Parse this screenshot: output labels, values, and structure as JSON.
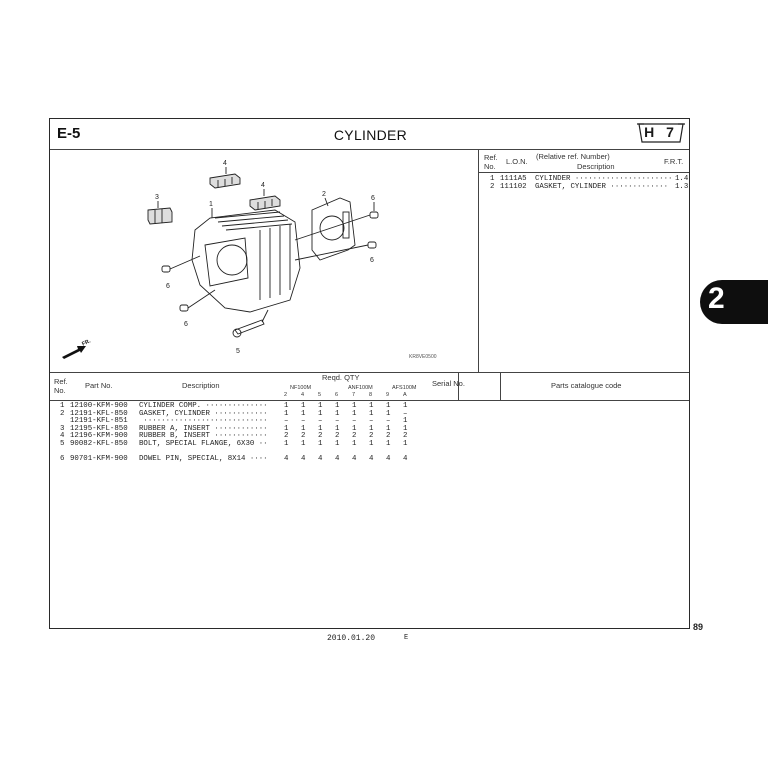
{
  "header": {
    "section_code": "E-5",
    "title": "CYLINDER",
    "badge": "H 7"
  },
  "frt_panel": {
    "headers": {
      "ref": "Ref.",
      "no": "No.",
      "lon": "L.O.N.",
      "relative": "(Relative ref. Number)",
      "description": "Description",
      "frt": "F.R.T."
    },
    "rows": [
      {
        "ref": "1",
        "lon": "1111A5",
        "description": "CYLINDER ······················",
        "frt": "1.4"
      },
      {
        "ref": "2",
        "lon": "111102",
        "description": "GASKET, CYLINDER ·············",
        "frt": "1.3"
      }
    ]
  },
  "diagram": {
    "callouts": [
      "4",
      "4",
      "3",
      "1",
      "2",
      "6",
      "6",
      "6",
      "6",
      "5"
    ],
    "front_label": "FR.",
    "figure_code": "KR8VE0500"
  },
  "parts_table": {
    "headers": {
      "ref": "Ref.",
      "no": "No.",
      "part_no": "Part No.",
      "description": "Description",
      "reqd_qty": "Reqd. QTY",
      "model_groups": [
        "NF100M",
        "ANF100M",
        "AFS100M"
      ],
      "qty_columns": [
        "2",
        "4",
        "5",
        "6",
        "7",
        "8",
        "9",
        "A"
      ],
      "serial_no": "Serial No.",
      "catalogue_code": "Parts catalogue code"
    },
    "rows": [
      {
        "ref": "1",
        "part_no": "12100-KFM-900",
        "description": "CYLINDER COMP. ··············",
        "qty": [
          "1",
          "1",
          "1",
          "1",
          "1",
          "1",
          "1",
          "1"
        ]
      },
      {
        "ref": "2",
        "part_no": "12191-KFL-850",
        "description": "GASKET, CYLINDER ············",
        "qty": [
          "1",
          "1",
          "1",
          "1",
          "1",
          "1",
          "1",
          "–"
        ]
      },
      {
        "ref": "",
        "part_no": "12191-KFL-851",
        "description": " ····························",
        "qty": [
          "–",
          "–",
          "–",
          "–",
          "–",
          "–",
          "–",
          "1"
        ]
      },
      {
        "ref": "3",
        "part_no": "12195-KFL-850",
        "description": "RUBBER A, INSERT ············",
        "qty": [
          "1",
          "1",
          "1",
          "1",
          "1",
          "1",
          "1",
          "1"
        ]
      },
      {
        "ref": "4",
        "part_no": "12196-KFM-900",
        "description": "RUBBER B, INSERT ············",
        "qty": [
          "2",
          "2",
          "2",
          "2",
          "2",
          "2",
          "2",
          "2"
        ]
      },
      {
        "ref": "5",
        "part_no": "90082-KFL-850",
        "description": "BOLT, SPECIAL FLANGE, 6X30 ··",
        "qty": [
          "1",
          "1",
          "1",
          "1",
          "1",
          "1",
          "1",
          "1"
        ]
      },
      {
        "ref": "6",
        "part_no": "90701-KFM-900",
        "description": "DOWEL PIN, SPECIAL, 8X14 ····",
        "qty": [
          "4",
          "4",
          "4",
          "4",
          "4",
          "4",
          "4",
          "4"
        ]
      }
    ]
  },
  "side_tab": "2",
  "page_number": "89",
  "footer": {
    "date": "2010.01.20",
    "edition": "E"
  }
}
